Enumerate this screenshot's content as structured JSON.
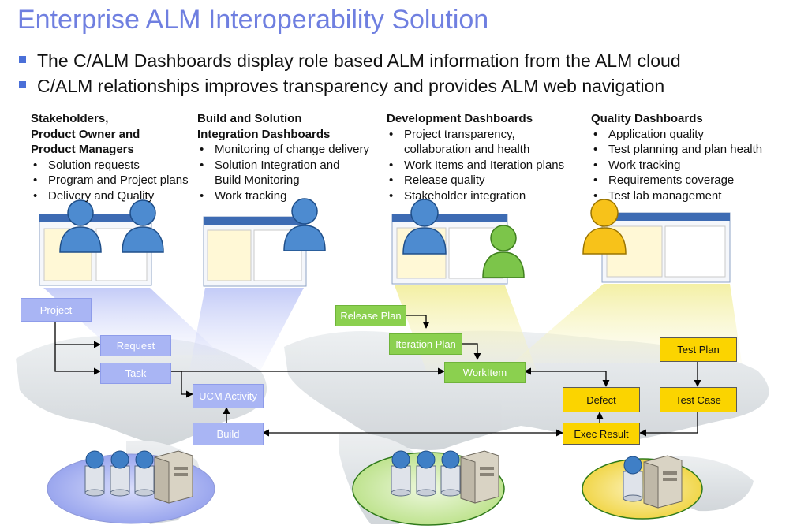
{
  "slide": {
    "title": "Enterprise ALM Interoperability Solution",
    "bullets": [
      "The C/ALM Dashboards display role based ALM information from the ALM cloud",
      "C/ALM relationships improves transparency and provides ALM web navigation"
    ]
  },
  "columns": [
    {
      "heading": "Stakeholders,\nProduct Owner and\nProduct Managers",
      "items": [
        "Solution requests",
        "Program and Project plans",
        "Delivery and Quality"
      ]
    },
    {
      "heading": "Build and Solution\nIntegration Dashboards",
      "items": [
        "Monitoring of change delivery",
        "Solution Integration and\nBuild Monitoring",
        "Work tracking"
      ]
    },
    {
      "heading": "Development Dashboards",
      "items": [
        "Project transparency,\ncollaboration and health",
        "Work Items and Iteration plans",
        "Release quality",
        "Stakeholder integration"
      ]
    },
    {
      "heading": "Quality Dashboards",
      "items": [
        "Application quality",
        "Test planning and plan health",
        "Work tracking",
        "Requirements coverage",
        "Test lab management"
      ]
    }
  ],
  "nodes": {
    "project": "Project",
    "request": "Request",
    "task": "Task",
    "ucm_activity": "UCM Activity",
    "build": "Build",
    "release_plan": "Release Plan",
    "iteration_plan": "Iteration Plan",
    "workitem": "WorkItem",
    "defect": "Defect",
    "exec_result": "Exec Result",
    "test_plan": "Test Plan",
    "test_case": "Test Case"
  },
  "colors": {
    "title": "#6f7fe0",
    "bullet_square": "#4a6fd8",
    "blue_node": "#a9b5f4",
    "green_node": "#8bd04f",
    "yellow_node": "#fbd400",
    "blue_person": "#3f7fc6",
    "green_person": "#6fbf3a",
    "yellow_person": "#f5b800",
    "blue_ellipse": "#9aa6ee",
    "green_ellipse": "#c4e79a",
    "yellow_ellipse": "#f7e06a"
  },
  "icons": [
    "person-icon",
    "dashboard-screenshot",
    "database-icon",
    "server-icon",
    "world-map-background"
  ]
}
